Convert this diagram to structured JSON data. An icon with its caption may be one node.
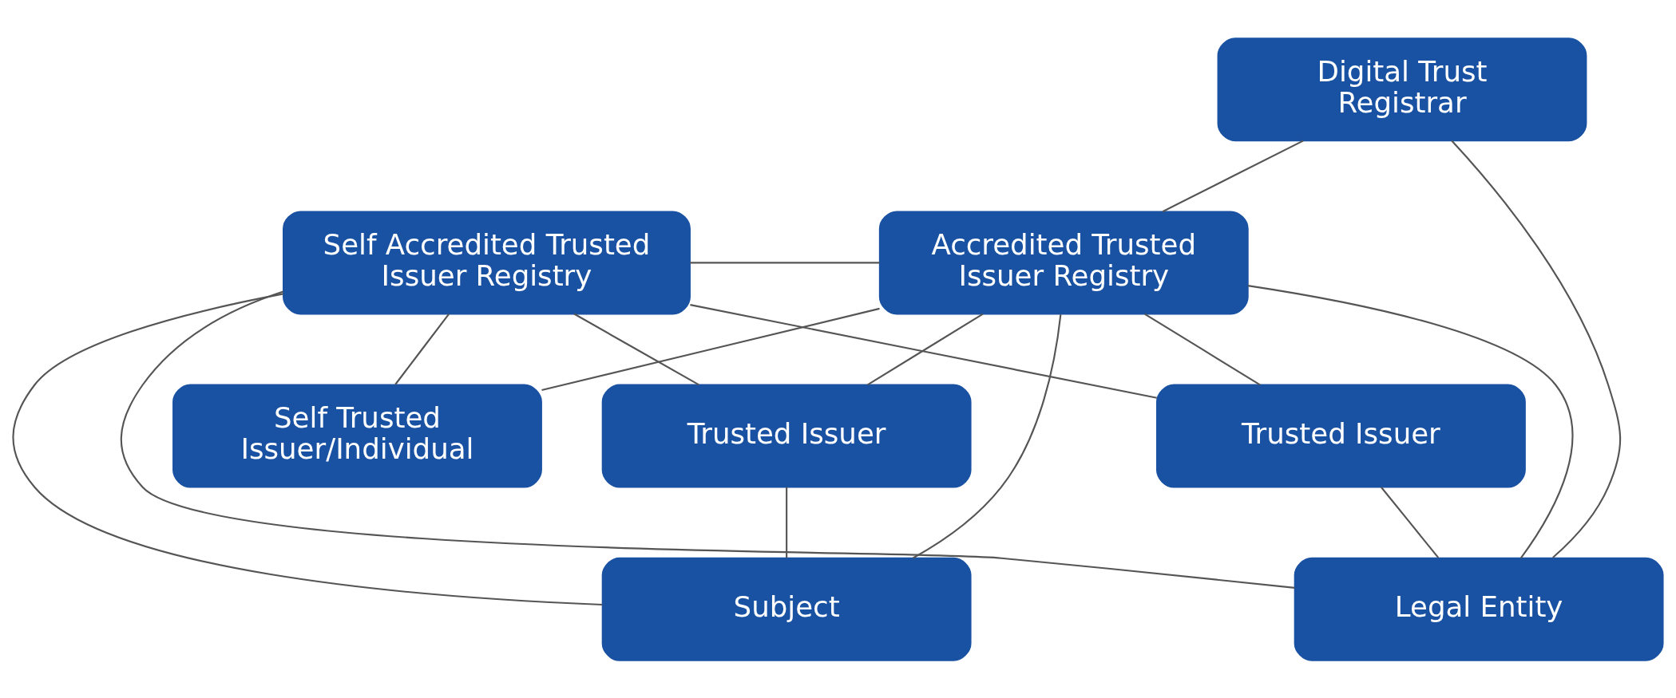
{
  "diagram": {
    "nodes": [
      {
        "text": [
          "Digital Trust Registrar"
        ]
      },
      {
        "text": [
          "Accredited Trusted Issuer Registry"
        ]
      },
      {
        "text": [
          "Self Accredited Trusted Issuer Registry"
        ]
      },
      {
        "text": [
          "Trusted Issuer"
        ]
      },
      {
        "text": [
          "Trusted Issuer"
        ]
      },
      {
        "text": [
          "Self Trusted Issuer/Individual"
        ]
      },
      {
        "text": [
          "Legal Entity"
        ]
      },
      {
        "text": [
          "Subject"
        ]
      }
    ],
    "edges": [
      {
        "from": 0,
        "to": 1,
        "arrow": "none"
      },
      {
        "from": 1,
        "to": 3,
        "arrow": "none"
      },
      {
        "from": 0,
        "to": 6,
        "arrow": "none"
      },
      {
        "from": 1,
        "to": 6,
        "arrow": "none"
      },
      {
        "from": 2,
        "to": 1,
        "arrow": "none"
      },
      {
        "from": 2,
        "to": 3,
        "arrow": "none"
      },
      {
        "from": 2,
        "to": 6,
        "arrow": "none"
      },
      {
        "from": 2,
        "to": 4,
        "arrow": "none"
      },
      {
        "from": 2,
        "to": 7,
        "arrow": "none"
      },
      {
        "from": 1,
        "to": 4,
        "arrow": "none"
      },
      {
        "from": 4,
        "to": 7,
        "arrow": "none"
      },
      {
        "from": 1,
        "to": 7,
        "arrow": "none"
      },
      {
        "from": 2,
        "to": 5,
        "arrow": "none"
      },
      {
        "from": 1,
        "to": 5,
        "arrow": "none"
      },
      {
        "from": 3,
        "to": 6,
        "arrow": "none"
      }
    ]
  }
}
